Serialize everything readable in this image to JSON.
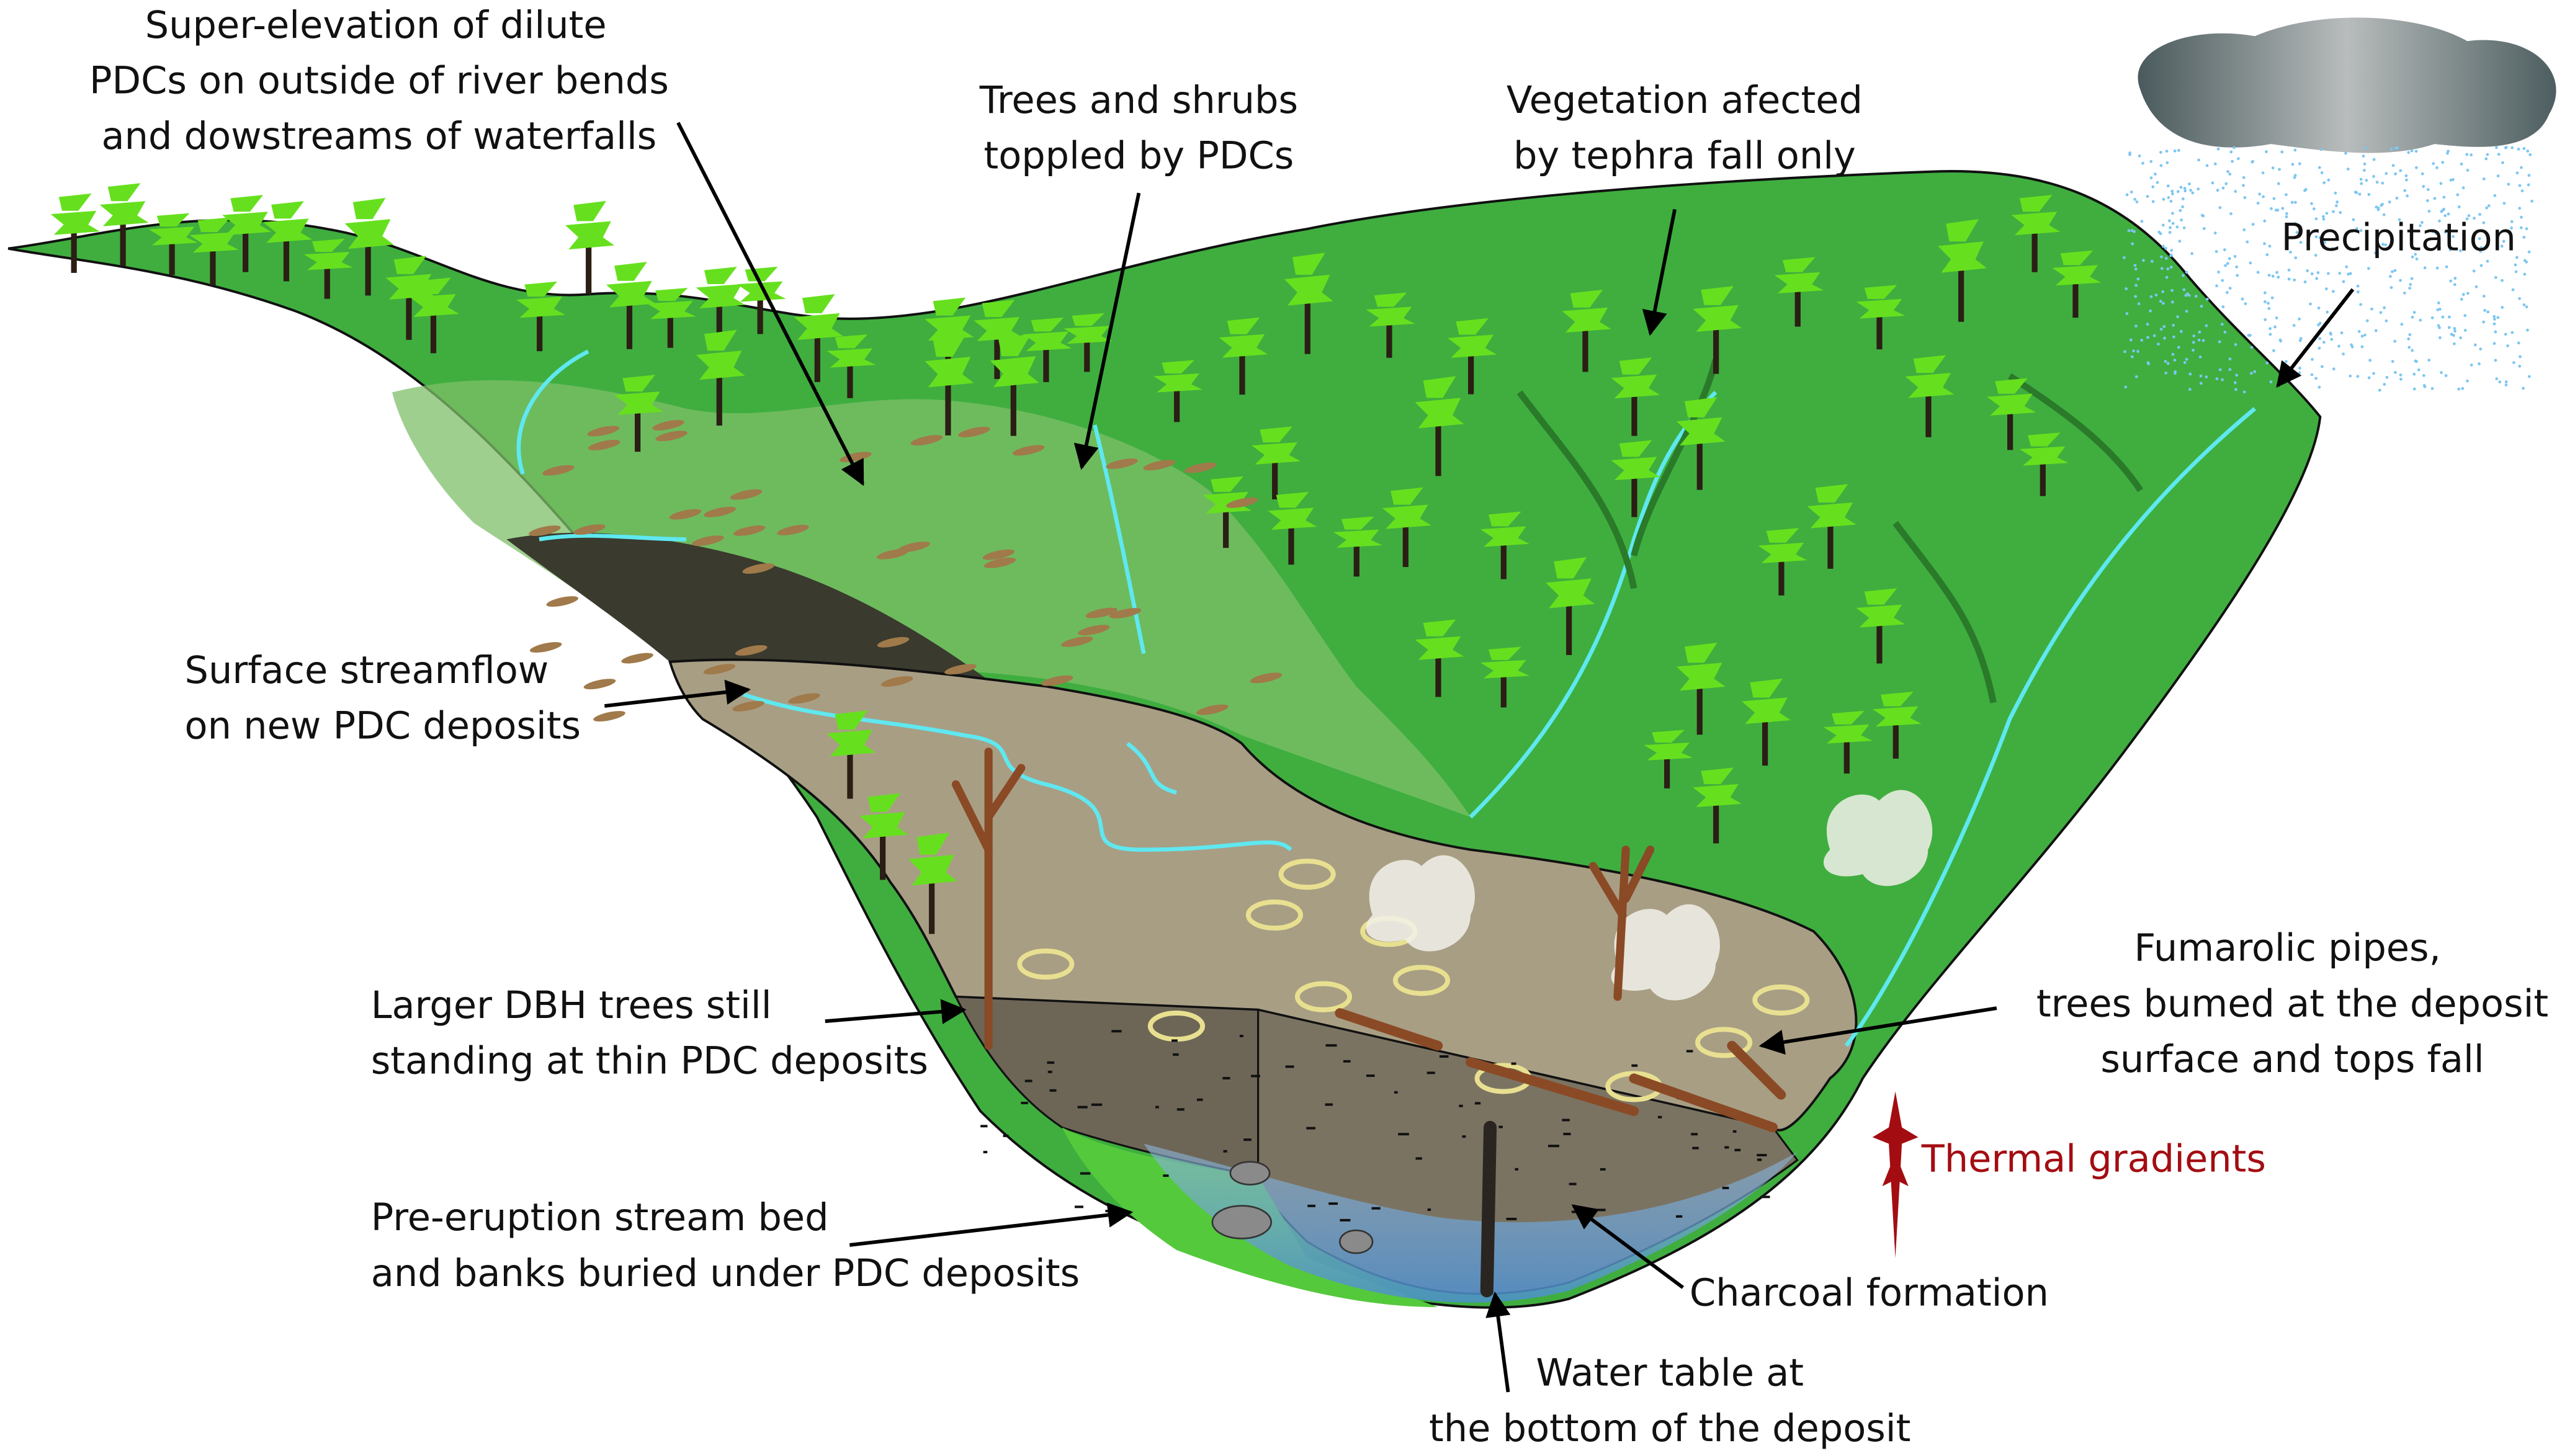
{
  "labels": {
    "super_elevation": [
      "Super-elevation of dilute",
      "PDCs on outside of river bends",
      "and dowstreams of waterfalls"
    ],
    "trees_toppled": [
      "Trees and shrubs",
      "toppled by PDCs"
    ],
    "vegetation_tephra": [
      "Vegetation afected",
      "by tephra fall only"
    ],
    "precipitation": "Precipitation",
    "surface_streamflow": [
      "Surface streamflow",
      "on new PDC deposits"
    ],
    "larger_dbh": [
      "Larger DBH trees still",
      "standing at thin PDC deposits"
    ],
    "pre_eruption": [
      "Pre-eruption stream bed",
      "and banks buried under PDC deposits"
    ],
    "fumarolic": [
      "Fumarolic pipes,",
      "trees bumed at the deposit",
      "surface and tops fall"
    ],
    "thermal": "Thermal gradients",
    "charcoal": "Charcoal formation",
    "water_table": [
      "Water table at",
      "the bottom of the deposit"
    ]
  },
  "colors": {
    "vegetation": "#3fae3f",
    "tree_foliage": "#66e01e",
    "deposit": "#a89e84",
    "stream": "#5fe8f0",
    "thermal": "#a30d12",
    "water": "#6fa8dc"
  }
}
